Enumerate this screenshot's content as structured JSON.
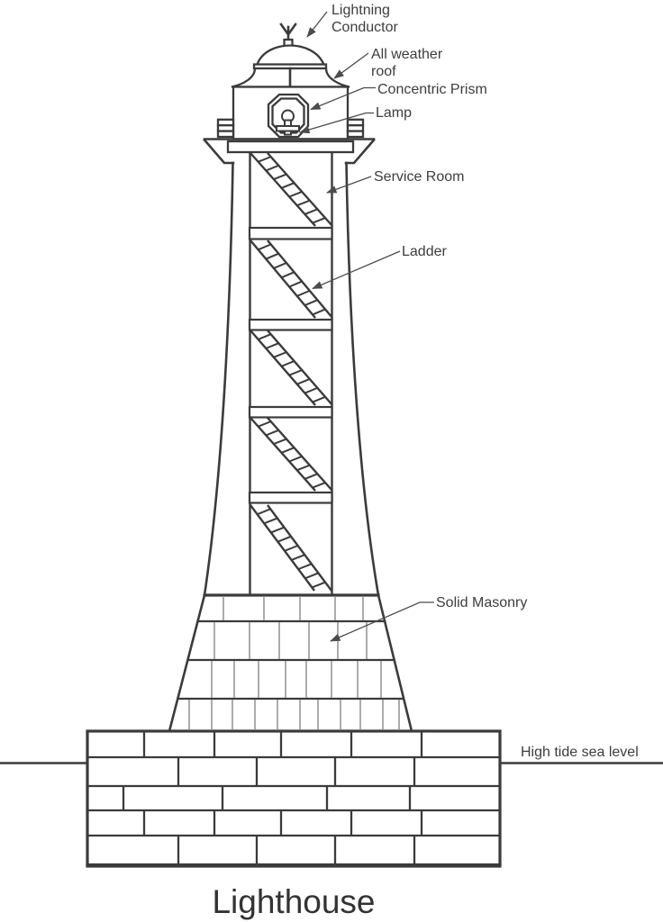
{
  "title": "Lighthouse",
  "colors": {
    "line": "#3b3b3b",
    "label_text": "#3d3d3d",
    "leader_line": "#4c4c4c",
    "light_joint": "#909090",
    "background": "#ffffff"
  },
  "labels": {
    "lightning_conductor": {
      "line1": "Lightning",
      "line2": "Conductor"
    },
    "all_weather_roof": {
      "line1": "All weather",
      "line2": "roof"
    },
    "concentric_prism": "Concentric Prism",
    "lamp": "Lamp",
    "service_room": "Service Room",
    "ladder": "Ladder",
    "solid_masonry": "Solid Masonry",
    "high_tide_sea_level": "High tide sea level"
  }
}
